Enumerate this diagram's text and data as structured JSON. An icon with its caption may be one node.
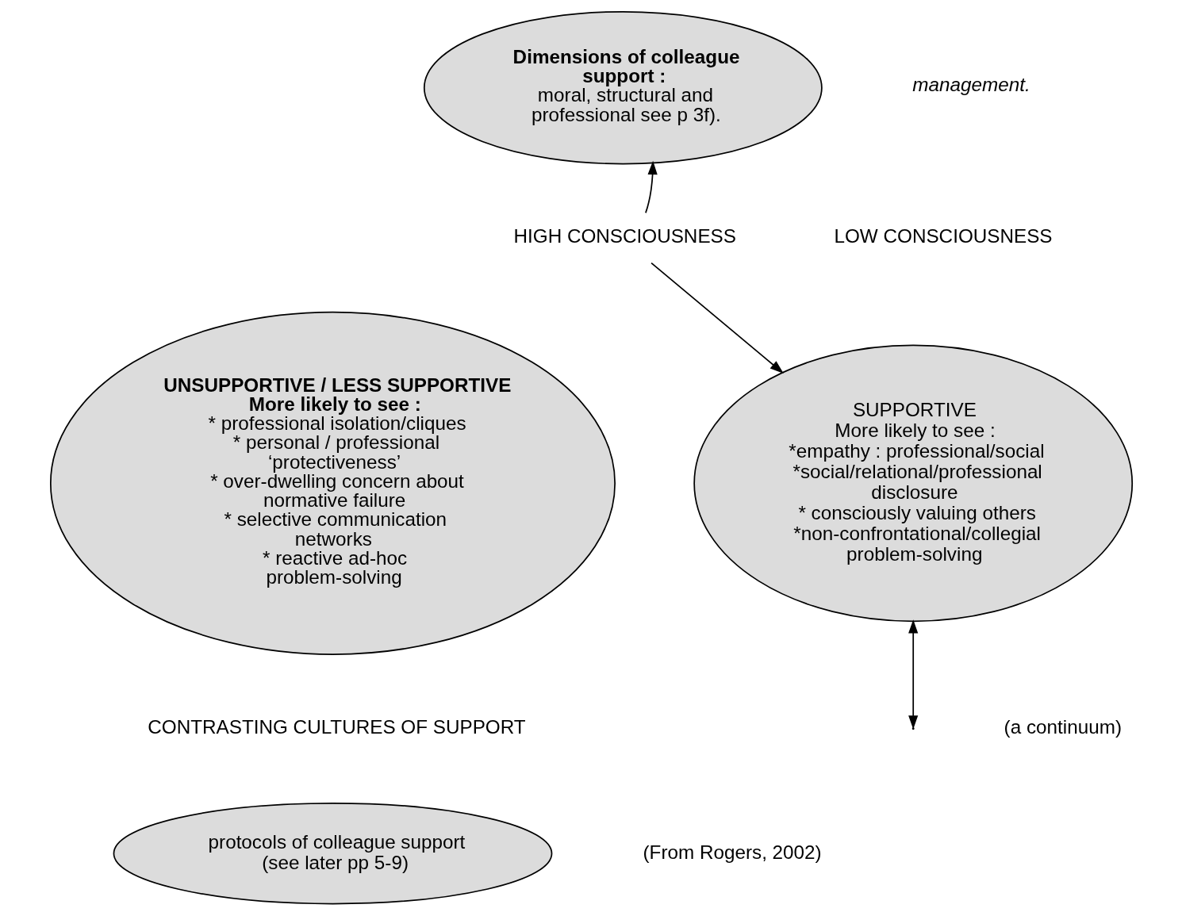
{
  "diagram": {
    "nodes": [
      {
        "text": [
          "Dimensions of colleague support :",
          "moral, structural and professional see p 3f)."
        ]
      },
      {
        "text": [
          "HIGH CONSCIOUSNESS"
        ]
      },
      {
        "text": [
          "UNSUPPORTIVE / LESS SUPPORTIVE",
          "More likely to see :",
          "* professional isolation/cliques",
          "* personal / professional ‘protectiveness’",
          "* over-dwelling concern about normative failure",
          "* selective communication networks",
          "* reactive ad-hoc problem-solving"
        ]
      },
      {
        "text": [
          "SUPPORTIVE",
          "More likely to see :",
          "*empathy : professional/social",
          "*social/relational/professional disclosure",
          "* consciously valuing others",
          "*non-confrontational/collegial problem-solving"
        ]
      },
      {
        "text": [
          "protocols of colleague support (see later pp 5-9)"
        ]
      }
    ],
    "edges": [
      {
        "from": 1,
        "to": 0,
        "arrow": "to"
      },
      {
        "from": 1,
        "to": 3,
        "arrow": "to"
      },
      {
        "from": 3,
        "to": null,
        "arrow": "both"
      }
    ],
    "labels": [
      "management.",
      "LOW CONSCIOUSNESS",
      "CONTRASTING CULTURES OF SUPPORT",
      "(a continuum)",
      "(From Rogers, 2002)"
    ]
  }
}
